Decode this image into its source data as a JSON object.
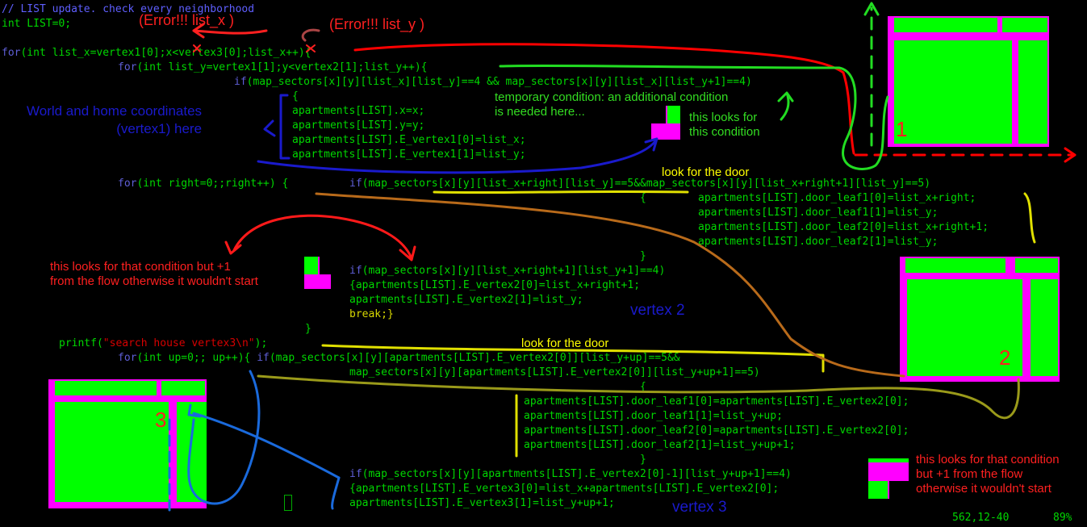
{
  "code": {
    "l1": "// LIST update. check every neighborhood",
    "l2": "int LIST=0;",
    "l4_kw": "for",
    "l4": "(int list_x=vertex1[0];x<vertex3[0];list_x++){",
    "l5_kw": "for",
    "l5": "(int list_y=vertex1[1];y<vertex2[1];list_y++){",
    "l6_kw": "if",
    "l6": "(map_sectors[x][y][list_x][list_y]==4 && map_sectors[x][y][list_x][list_y+1]==4)",
    "l7": "{",
    "l8": "apartments[LIST].x=x;",
    "l9": "apartments[LIST].y=y;",
    "l10": "apartments[LIST].E_vertex1[0]=list_x;",
    "l11": "apartments[LIST].E_vertex1[1]=list_y;",
    "l13_kw": "for",
    "l13": "(int right=0;;right++) {",
    "l13b_kw": "if",
    "l13b": "(map_sectors[x][y][list_x+right][list_y]==5&&map_sectors[x][y][list_x+right+1][list_y]==5)",
    "l14": "{",
    "l15": "apartments[LIST].door_leaf1[0]=list_x+right;",
    "l16": "apartments[LIST].door_leaf1[1]=list_y;",
    "l17": "apartments[LIST].door_leaf2[0]=list_x+right+1;",
    "l18": "apartments[LIST].door_leaf2[1]=list_y;",
    "l19": "}",
    "l20_kw": "if",
    "l20": "(map_sectors[x][y][list_x+right+1][list_y+1]==4)",
    "l21": "{apartments[LIST].E_vertex2[0]=list_x+right+1;",
    "l22": "apartments[LIST].E_vertex2[1]=list_y;",
    "l23": "break;}",
    "l24": "}",
    "l25_fn": "printf(",
    "l25_str": "\"search house vertex3\\n\"",
    "l25_end": ");",
    "l26_kw": "for",
    "l26": "(int up=0;; up++){ ",
    "l26_kw2": "if",
    "l26b": "(map_sectors[x][y][apartments[LIST].E_vertex2[0]][list_y+up]==5&&",
    "l27": "map_sectors[x][y][apartments[LIST].E_vertex2[0]][list_y+up+1]==5)",
    "l28": "{",
    "l29": "apartments[LIST].door_leaf1[0]=apartments[LIST].E_vertex2[0];",
    "l30": "apartments[LIST].door_leaf1[1]=list_y+up;",
    "l31": "apartments[LIST].door_leaf2[0]=apartments[LIST].E_vertex2[0];",
    "l32": "apartments[LIST].door_leaf2[1]=list_y+up+1;",
    "l33": "}",
    "l34_kw": "if",
    "l34": "(map_sectors[x][y][apartments[LIST].E_vertex2[0]-1][list_y+up+1]==4)",
    "l35": "{apartments[LIST].E_vertex3[0]=list_x+apartments[LIST].E_vertex2[0];",
    "l36": "apartments[LIST].E_vertex3[1]=list_y+up+1;"
  },
  "annotations": {
    "error_x": "(Error!!! list_x )",
    "error_y": "(Error!!! list_y )",
    "world_home": "World and home coordinates\n(vertex1) here",
    "temp_condition": "temporary condition: an additional condition\nis needed here...",
    "looks_this": "this looks for\nthis condition",
    "look_door_1": "look for the door",
    "look_door_2": "look for the door",
    "looks_that_left": "this looks for that condition but +1\nfrom the flow otherwise it wouldn't start",
    "looks_that_right": "this looks for that condition\nbut +1 from the flow\notherwise it wouldn't start",
    "vertex2": "vertex 2",
    "vertex3": "vertex 3",
    "num1": "1",
    "num2": "2",
    "num3": "3"
  },
  "status": {
    "position": "562,12-40",
    "percent": "89%"
  },
  "colors": {
    "room_fill": "#00ff00",
    "room_wall": "#ff00ff",
    "error_red": "#ff2020",
    "annotation_blue": "#1a1acc",
    "annotation_green": "#33dd22",
    "annotation_yellow": "#ffff00"
  }
}
